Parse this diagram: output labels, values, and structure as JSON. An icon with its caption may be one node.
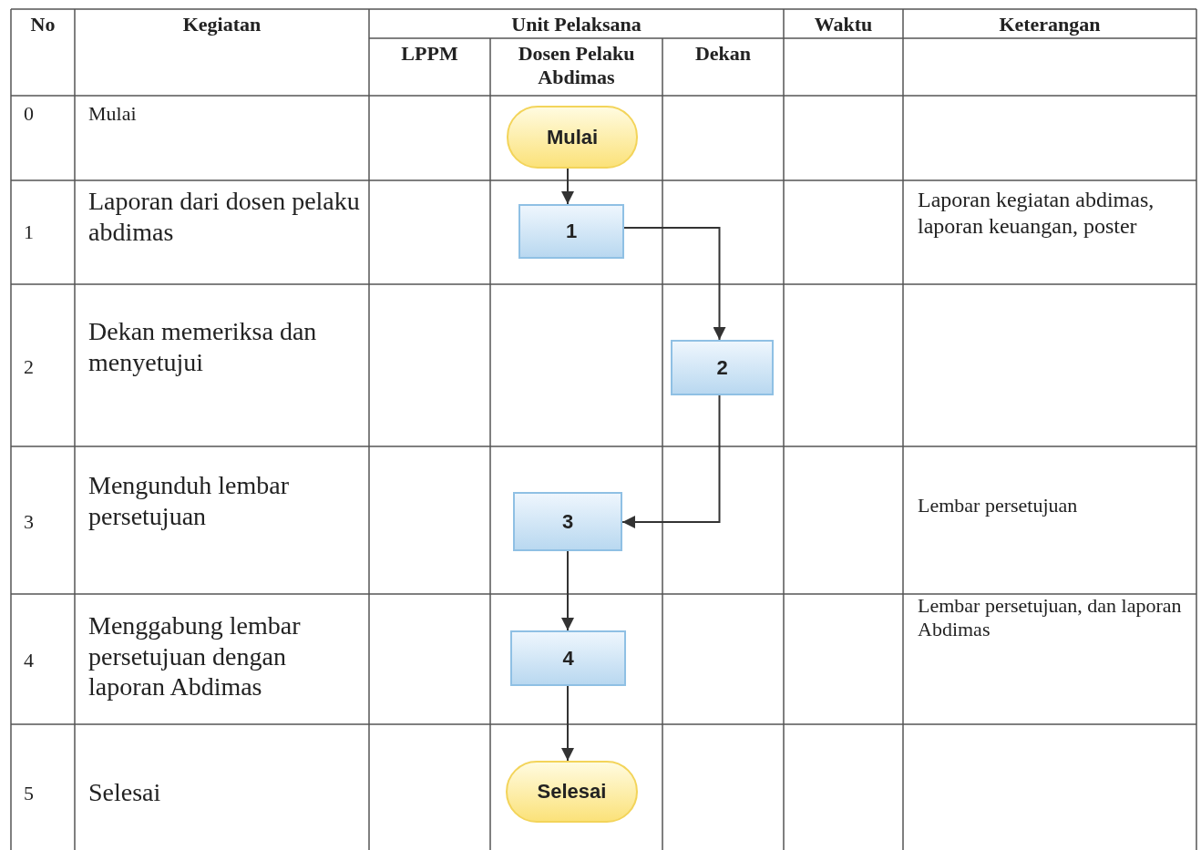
{
  "diagram": {
    "nodes": [
      {
        "text": [
          "Mulai"
        ]
      },
      {
        "text": [
          "1"
        ]
      },
      {
        "text": [
          "2"
        ]
      },
      {
        "text": [
          "3"
        ]
      },
      {
        "text": [
          "4"
        ]
      },
      {
        "text": [
          "Selesai"
        ]
      }
    ],
    "edges": [
      {
        "from": 0,
        "to": 1,
        "arrow": "to"
      },
      {
        "from": 1,
        "to": 2,
        "arrow": "to"
      },
      {
        "from": 2,
        "to": 3,
        "arrow": "to"
      },
      {
        "from": 3,
        "to": 4,
        "arrow": "to"
      },
      {
        "from": 4,
        "to": 5,
        "arrow": "to"
      }
    ],
    "labels": [
      "No",
      "Kegiatan",
      "Unit Pelaksana",
      "Waktu",
      "Keterangan",
      "LPPM",
      "Dosen Pelaku Abdimas",
      "Dekan",
      "0",
      "Mulai",
      "1",
      "Laporan dari dosen pelaku abdimas",
      "Laporan kegiatan abdimas, laporan keuangan, poster",
      "2",
      "Dekan memeriksa dan menyetujui",
      "3",
      "Mengunduh lembar persetujuan",
      "Lembar persetujuan",
      "4",
      "Menggabung lembar persetujuan dengan laporan Abdimas",
      "Lembar persetujuan, dan laporan Abdimas",
      "5",
      "Selesai"
    ]
  }
}
